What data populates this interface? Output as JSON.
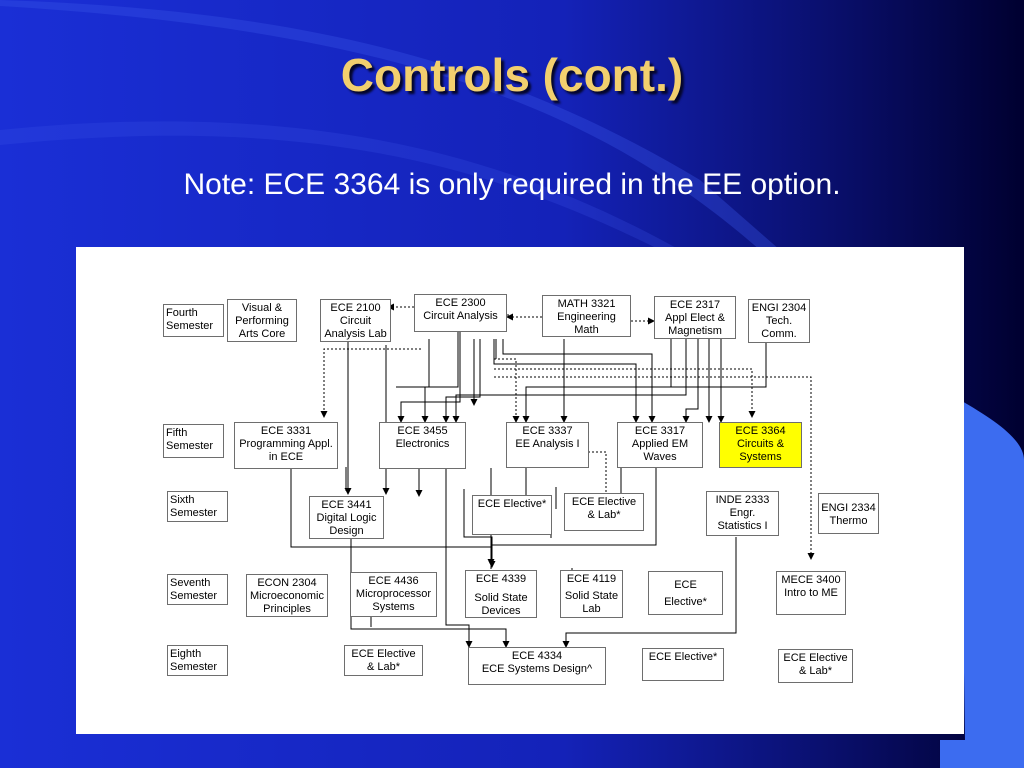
{
  "slide": {
    "title": "Controls (cont.)",
    "note": "Note: ECE 3364 is only required in the EE option."
  },
  "colors": {
    "title": "#f2cf6e",
    "background_dark": "#000030",
    "background_blue": "#1a2fd6",
    "highlight": "#ffff00"
  },
  "semesters": {
    "fourth": [
      "Fourth",
      "Semester"
    ],
    "fifth": [
      "Fifth",
      "Semester"
    ],
    "sixth": [
      "Sixth",
      "Semester"
    ],
    "seventh": [
      "Seventh",
      "Semester"
    ],
    "eighth": [
      "Eighth",
      "Semester"
    ]
  },
  "courses": {
    "visual_arts": [
      "Visual &",
      "Performing",
      "Arts Core"
    ],
    "ece2100": [
      "ECE 2100",
      "Circuit",
      "Analysis Lab"
    ],
    "ece2300": [
      "ECE 2300",
      "Circuit Analysis"
    ],
    "math3321": [
      "MATH 3321",
      "Engineering",
      "Math"
    ],
    "ece2317": [
      "ECE 2317",
      "Appl Elect &",
      "Magnetism"
    ],
    "engi2304": [
      "ENGI 2304",
      "Tech.",
      "Comm."
    ],
    "ece3331": [
      "ECE 3331",
      "Programming Appl.",
      "in ECE"
    ],
    "ece3455": [
      "ECE 3455",
      "Electronics"
    ],
    "ece3337": [
      "ECE 3337",
      "EE Analysis I"
    ],
    "ece3317": [
      "ECE 3317",
      "Applied EM",
      "Waves"
    ],
    "ece3364": [
      "ECE 3364",
      "Circuits &",
      "Systems"
    ],
    "ece3441": [
      "ECE 3441",
      "Digital Logic",
      "Design"
    ],
    "ece_elective_6a": [
      "ECE Elective*"
    ],
    "ece_elective_lab_6": [
      "ECE Elective",
      "& Lab*"
    ],
    "inde2333": [
      "INDE 2333",
      "Engr.",
      "Statistics I"
    ],
    "engi2334": [
      "ENGI 2334",
      "Thermo"
    ],
    "econ2304": [
      "ECON 2304",
      "Microeconomic",
      "Principles"
    ],
    "ece4436": [
      "ECE 4436",
      "Microprocessor",
      "Systems"
    ],
    "ece4339": [
      "ECE 4339",
      "Solid State",
      "Devices"
    ],
    "ece4119": [
      "ECE 4119",
      "Solid State",
      "Lab"
    ],
    "ece_elective_7": [
      "ECE",
      "Elective*"
    ],
    "mece3400": [
      "MECE 3400",
      "Intro to ME"
    ],
    "ece_elective_lab_8a": [
      "ECE Elective",
      "& Lab*"
    ],
    "ece4334": [
      "ECE 4334",
      "ECE Systems Design^"
    ],
    "ece_elective_8": [
      "ECE Elective*"
    ],
    "ece_elective_lab_8b": [
      "ECE Elective",
      "& Lab*"
    ]
  }
}
